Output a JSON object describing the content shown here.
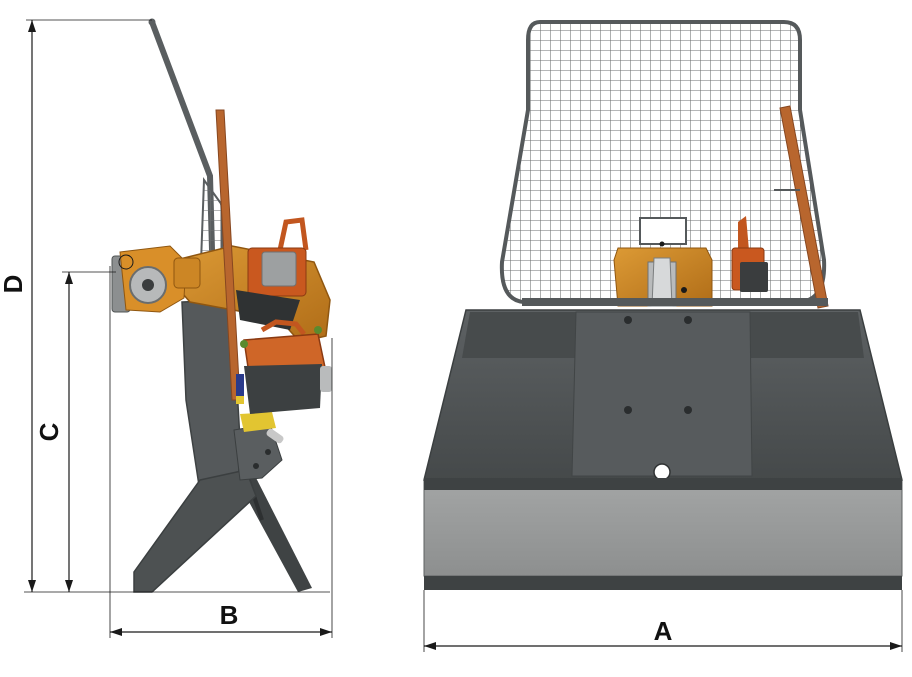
{
  "dimensions": {
    "a_label": "A",
    "b_label": "B",
    "c_label": "C",
    "d_label": "D"
  },
  "colors": {
    "body_dark": "#4b4f50",
    "body_mid": "#5b6062",
    "blade_light": "#9a9c9c",
    "frame_orange": "#c9821f",
    "frame_orange_dark": "#8f5610",
    "handle_brown": "#b8662e",
    "guard_frame": "#55595b",
    "dimension_line": "#1a1a1a"
  },
  "icons": [
    "winch-side-view",
    "winch-front-view",
    "protective-mesh-grid",
    "arrowhead"
  ]
}
